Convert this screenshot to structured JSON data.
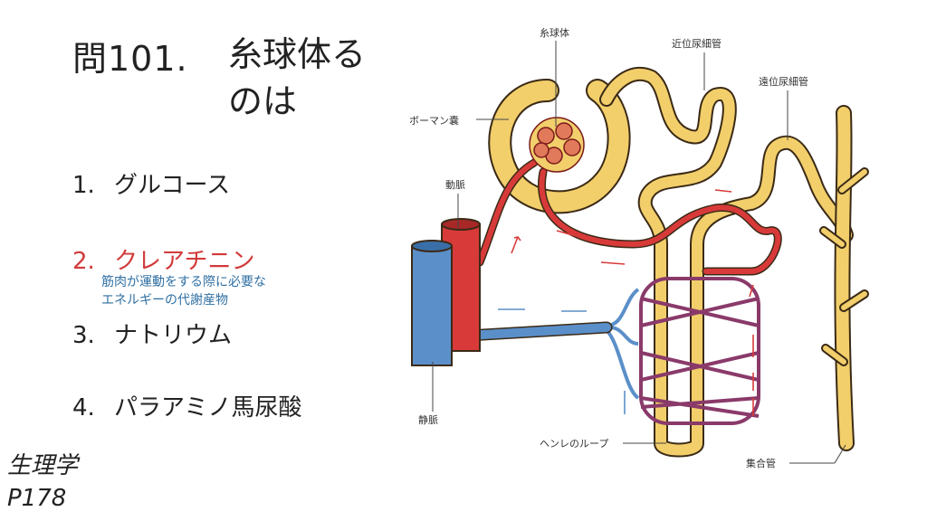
{
  "question": {
    "number": "問101.",
    "text": "糸球体るのは"
  },
  "options": [
    {
      "number": "1.",
      "label": "グルコース"
    },
    {
      "number": "2.",
      "label": "クレアチニン",
      "highlighted": true,
      "color": "#d23a3a"
    },
    {
      "number": "3.",
      "label": "ナトリウム"
    },
    {
      "number": "4.",
      "label": "パラアミノ馬尿酸"
    }
  ],
  "note": {
    "lines": [
      "筋肉が運動をする際に必要な",
      "エネルギーの代謝産物"
    ],
    "color": "#2f6fa3"
  },
  "subject": {
    "line1": "生理学",
    "line2": "P178"
  },
  "diagram": {
    "labels": {
      "glomerulus": "糸球体",
      "proximal_tubule": "近位尿細管",
      "distal_tubule": "遠位尿細管",
      "bowman_capsule": "ボーマン嚢",
      "artery": "動脈",
      "vein": "静脈",
      "loop_of_henle": "ヘンレのループ",
      "collecting_duct": "集合管"
    },
    "colors": {
      "tubule": "#f2cf6b",
      "artery": "#d83a3a",
      "vein": "#5b8fc9",
      "outline": "#3b2a16"
    }
  }
}
